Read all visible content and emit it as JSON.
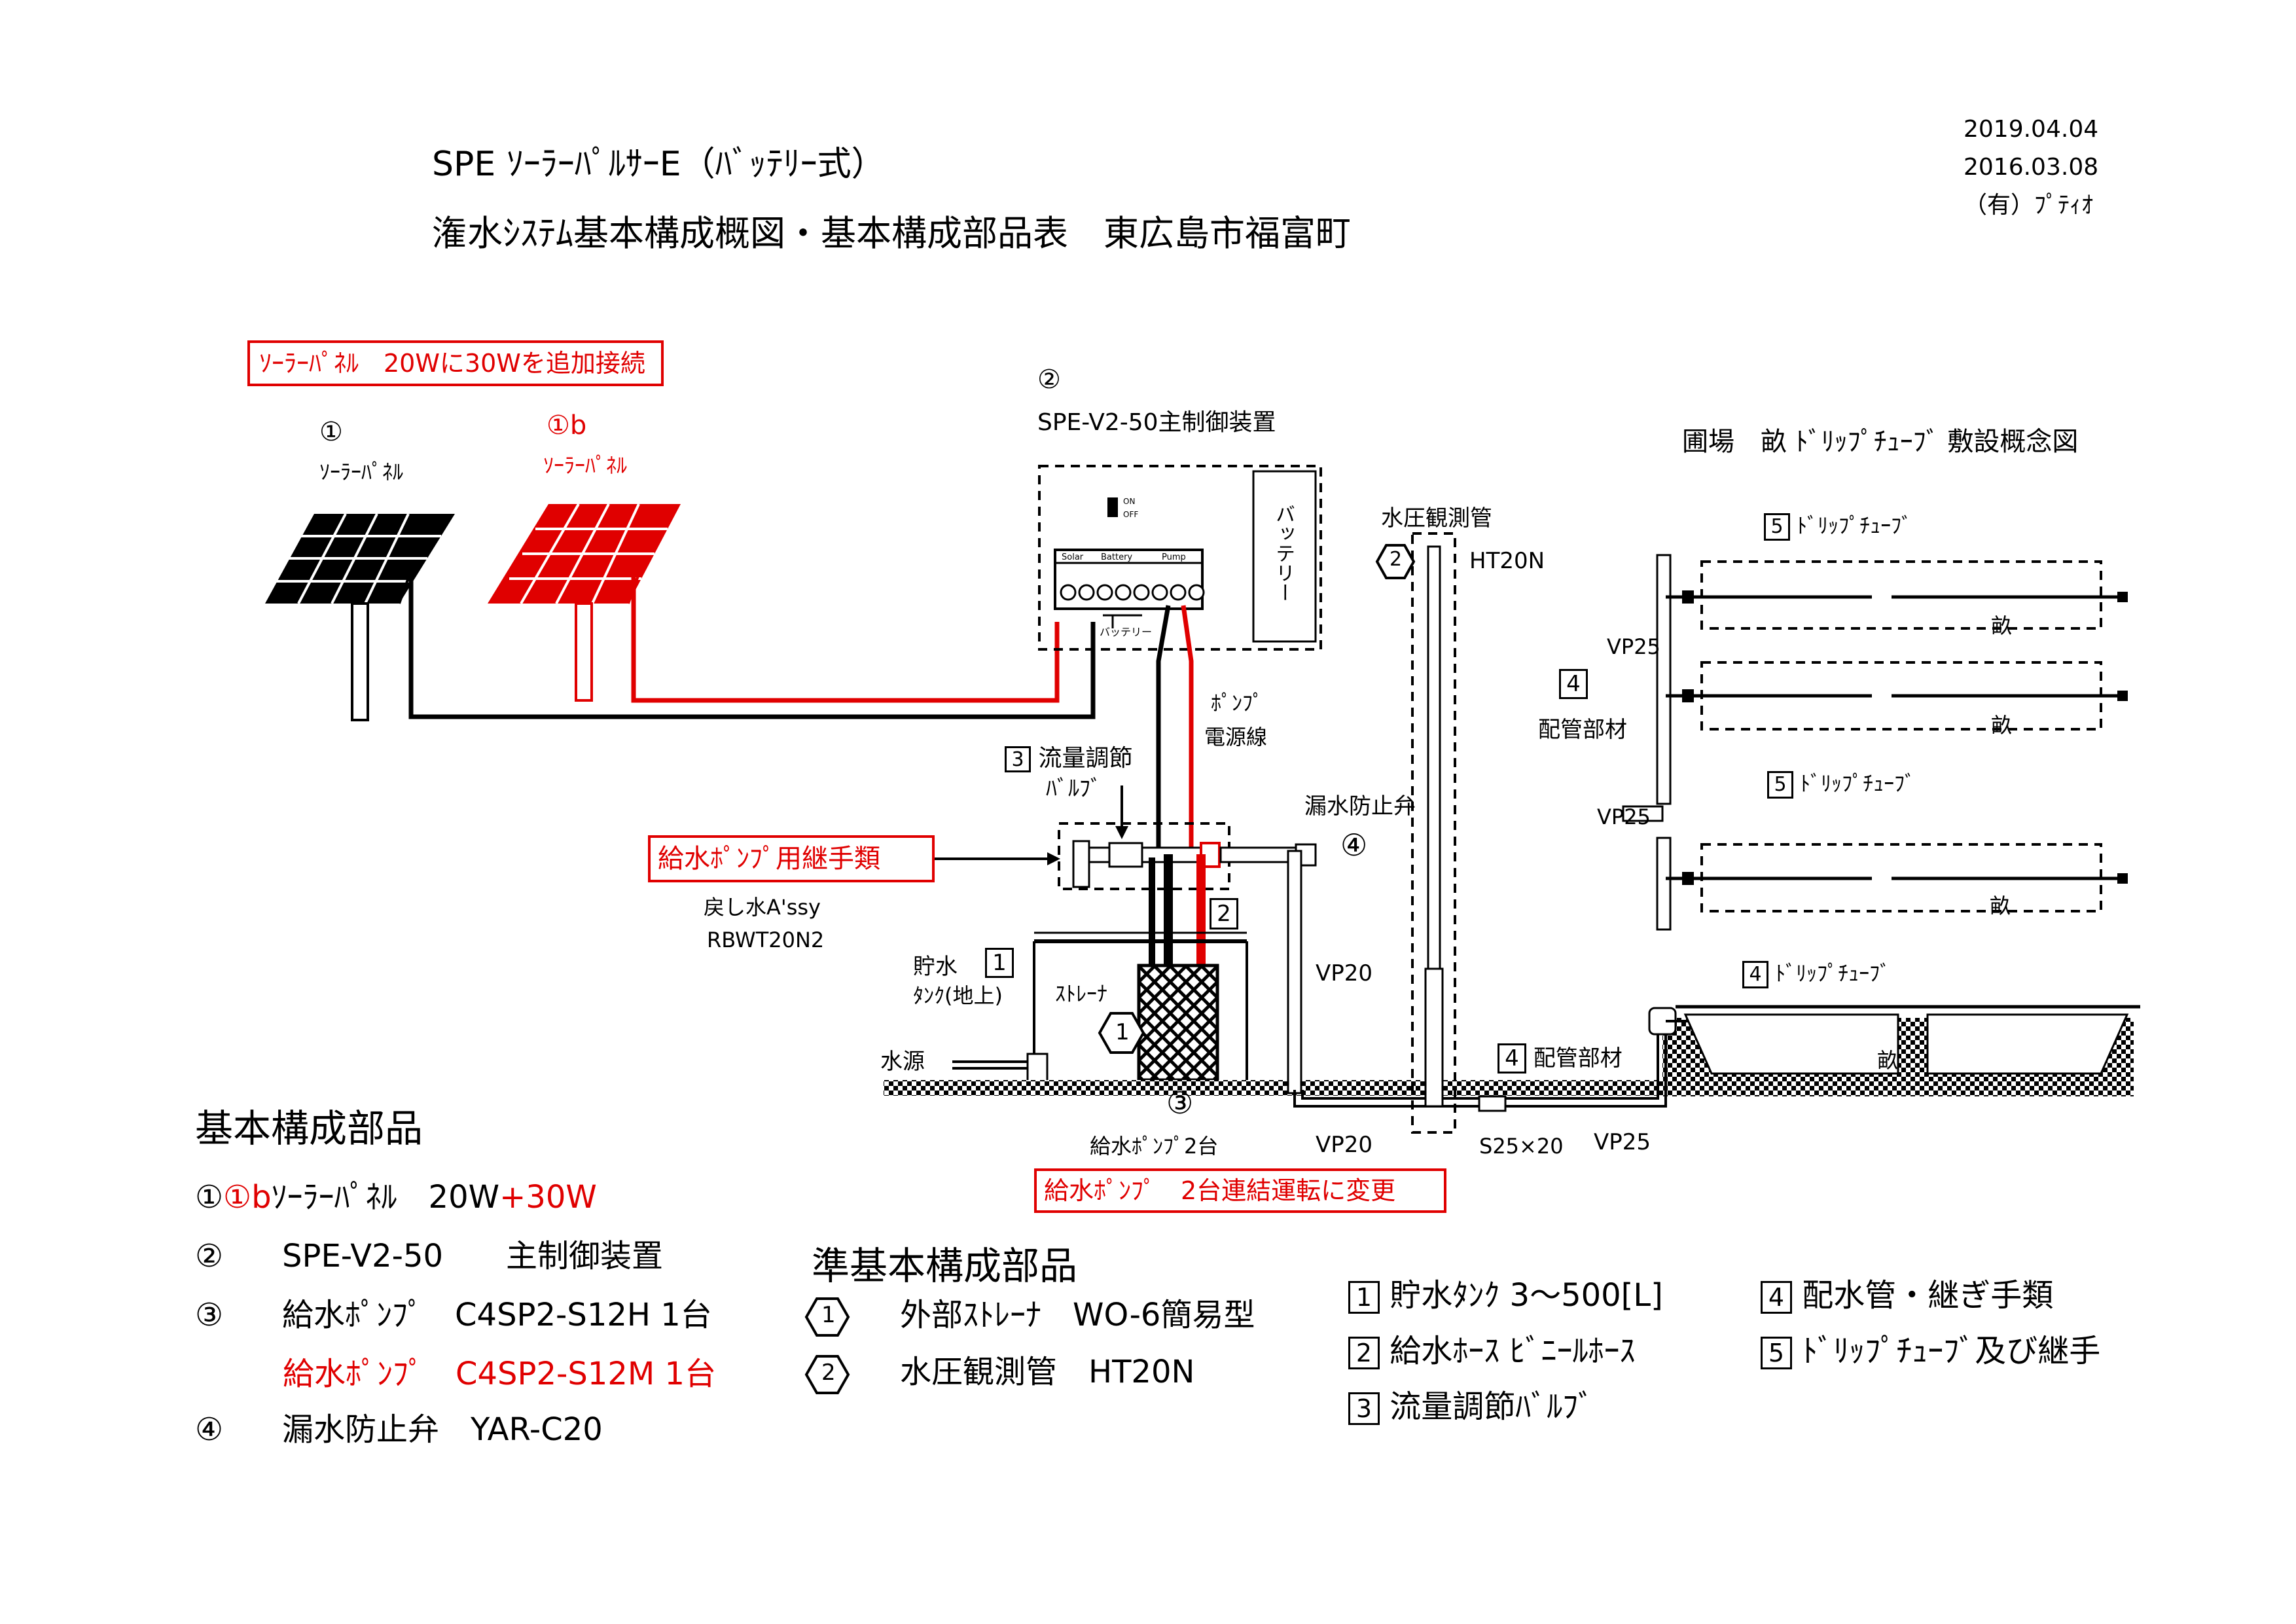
{
  "header": {
    "title_line1": "SPE ｿｰﾗｰﾊﾟﾙｻｰE（ﾊﾞｯﾃﾘｰ式）",
    "title_line2": "潅水ｼｽﾃﾑ基本構成概図・基本構成部品表　東広島市福富町",
    "date1": "2019.04.04",
    "date2": "2016.03.08",
    "company": "（有）ﾌﾟﾃｨｵ"
  },
  "diagram": {
    "solar_note": "ｿｰﾗｰﾊﾟﾈﾙ　20Wに30Wを追加接続",
    "panel1_num": "①",
    "panel1_label": "ｿｰﾗｰﾊﾟﾈﾙ",
    "panel2_num": "①b",
    "panel2_label": "ｿｰﾗｰﾊﾟﾈﾙ",
    "controller_num": "②",
    "controller_label": "SPE-V2-50主制御装置",
    "battery_label": "バッテリー",
    "switch_on": "ON",
    "switch_off": "OFF",
    "term_solar": "Solar",
    "term_battery": "Battery",
    "term_pump": "Pump",
    "battery_small": "バッテリー",
    "pump_power1": "ﾎﾟﾝﾌﾟ",
    "pump_power2": "電源線",
    "valve_num": "3",
    "valve_label1": "流量調節",
    "valve_label2": "ﾊﾞﾙﾌﾞ",
    "fitting_note": "給水ﾎﾟﾝﾌﾟ用継手類",
    "return_label1": "戻し水A'ssy",
    "return_label2": "RBWT20N2",
    "hose_num": "2",
    "leak_label": "漏水防止弁",
    "leak_num": "④",
    "tank_label1": "貯水",
    "tank_label2": "ﾀﾝｸ(地上)",
    "tank_num": "1",
    "strainer_label": "ｽﾄﾚｰﾅ",
    "strainer_num": "1",
    "water_source": "水源",
    "pump_num": "③",
    "pump_label": "給水ﾎﾟﾝﾌﾟ2台",
    "pump_note": "給水ﾎﾟﾝﾌﾟ　2台連結運転に変更",
    "vp20_a": "VP20",
    "vp20_b": "VP20",
    "gauge_label": "水圧観測管",
    "gauge_num": "2",
    "gauge_model": "HT20N",
    "pipe_num": "4",
    "pipe_label": "配管部材",
    "s25": "S25×20",
    "vp25_bottom": "VP25",
    "field_title": "圃場　畝 ﾄﾞﾘｯﾌﾟﾁｭｰﾌﾞ 敷設概念図",
    "drip_num_a": "5",
    "drip_label_a": "ﾄﾞﾘｯﾌﾟﾁｭｰﾌﾞ",
    "drip_num_b": "5",
    "drip_label_b": "ﾄﾞﾘｯﾌﾟﾁｭｰﾌﾞ",
    "vp25_a": "VP25",
    "vp25_b": "VP25",
    "pipe_num_field": "4",
    "pipe_label_field": "配管部材",
    "ridge1": "畝",
    "ridge2": "畝",
    "ridge3": "畝",
    "drip_num_c": "4",
    "drip_label_c": "ﾄﾞﾘｯﾌﾟﾁｭｰﾌﾞ",
    "ridge4": "畝"
  },
  "parts": {
    "title": "基本構成部品",
    "row1_num": "①",
    "row1_red": "①b",
    "row1_text": "ｿｰﾗｰﾊﾟﾈﾙ　20W",
    "row1_add": "+30W",
    "row2_num": "②",
    "row2_text": "SPE-V2-50　　主制御装置",
    "row3_num": "③",
    "row3_text": "給水ﾎﾟﾝﾌﾟ　C4SP2-S12H 1台",
    "row3b_text": "給水ﾎﾟﾝﾌﾟ　C4SP2-S12M 1台",
    "row4_num": "④",
    "row4_text": "漏水防止弁　YAR-C20"
  },
  "semi_parts": {
    "title": "準基本構成部品",
    "row1_num": "1",
    "row1_text": "外部ｽﾄﾚｰﾅ　WO-6簡易型",
    "row2_num": "2",
    "row2_text": "水圧観測管　HT20N"
  },
  "legend": {
    "l1_num": "1",
    "l1_text": "貯水ﾀﾝｸ 3〜500[L]",
    "l2_num": "2",
    "l2_text": "給水ﾎｰｽ ﾋﾞﾆｰﾙﾎｰｽ",
    "l3_num": "3",
    "l3_text": "流量調節ﾊﾞﾙﾌﾞ",
    "l4_num": "4",
    "l4_text": "配水管・継ぎ手類",
    "l5_num": "5",
    "l5_text": "ﾄﾞﾘｯﾌﾟﾁｭｰﾌﾞ及び継手"
  },
  "colors": {
    "red": "#e00000",
    "black": "#000000"
  }
}
